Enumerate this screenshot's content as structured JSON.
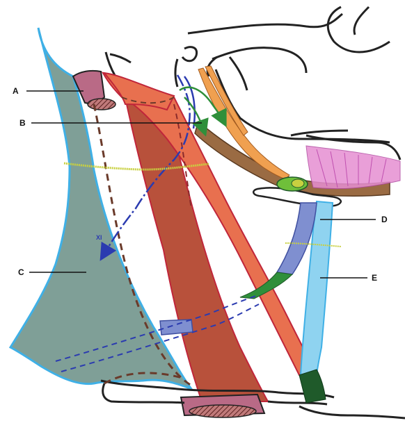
{
  "labels": {
    "a": "A",
    "b": "B",
    "c": "C",
    "d": "D",
    "e": "E",
    "xi": "XI"
  },
  "colors": {
    "outline": "#222222",
    "trapezius_fill": "#7f9f97",
    "trapezius_edge": "#3fb0e6",
    "scm_sternal": "#e8704f",
    "scm_clavicular": "#b8513b",
    "scm_edge": "#c0263a",
    "insertion_pink": "#b96a86",
    "accessory_nerve": "#2b3bb0",
    "omohyoid": "#7f8fd0",
    "sternohyoid": "#8fd3f0",
    "stylohyoid_brown": "#9a6b43",
    "digastric_orange": "#f0a050",
    "green_nerve": "#2f8f3a",
    "yellow_ring": "#c8d040",
    "floor_pink": "#e68fd2",
    "clavicle_dark_green": "#1f5a2a"
  },
  "icons": {
    "arrow": "arrow-icon",
    "hatch": "hatch-pattern"
  }
}
